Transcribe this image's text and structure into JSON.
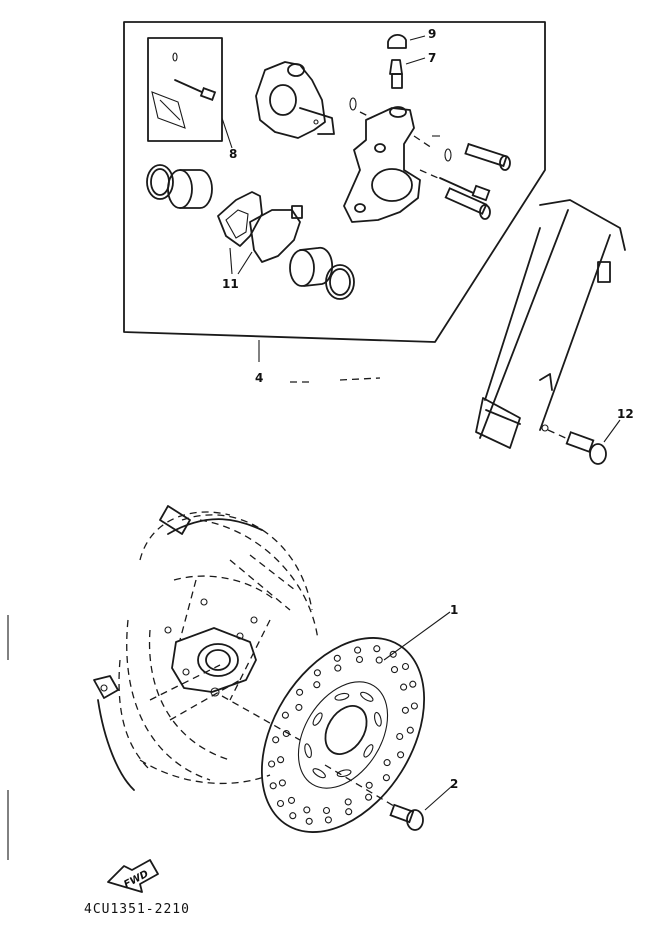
{
  "callouts": {
    "c9": "9",
    "c7": "7",
    "c8": "8",
    "c11": "11",
    "c4": "4",
    "c12": "12",
    "c1": "1",
    "c2": "2"
  },
  "fwd_label": "FWD",
  "diagram_code": "4CU1351-2210"
}
